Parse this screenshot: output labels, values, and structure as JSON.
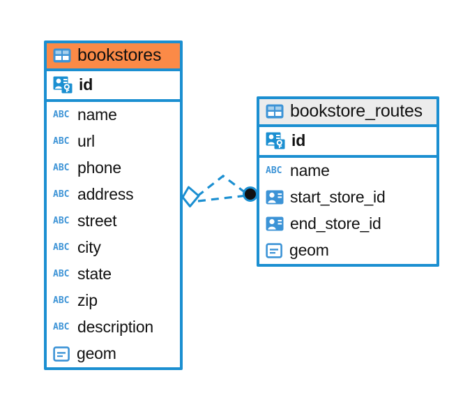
{
  "diagram": {
    "type": "entity-relationship-diagram",
    "background_color": "#ffffff",
    "accent_color": "#1b8fd1",
    "highlight_color": "#fb8a47",
    "header_color": "#ececec",
    "entities": [
      {
        "id": "bookstores",
        "name": "bookstores",
        "header_style": "accent-orange",
        "table_icon": "table-icon",
        "fields": [
          {
            "name": "id",
            "icon": "primary-key-icon",
            "key": true
          },
          {
            "name": "name",
            "icon": "text-abc-icon",
            "key": false
          },
          {
            "name": "url",
            "icon": "text-abc-icon",
            "key": false
          },
          {
            "name": "phone",
            "icon": "text-abc-icon",
            "key": false
          },
          {
            "name": "address",
            "icon": "text-abc-icon",
            "key": false
          },
          {
            "name": "street",
            "icon": "text-abc-icon",
            "key": false
          },
          {
            "name": "city",
            "icon": "text-abc-icon",
            "key": false
          },
          {
            "name": "state",
            "icon": "text-abc-icon",
            "key": false
          },
          {
            "name": "zip",
            "icon": "text-abc-icon",
            "key": false
          },
          {
            "name": "description",
            "icon": "text-abc-icon",
            "key": false
          },
          {
            "name": "geom",
            "icon": "geometry-icon",
            "key": false
          }
        ]
      },
      {
        "id": "bookstore_routes",
        "name": "bookstore_routes",
        "header_style": "accent-gray",
        "table_icon": "table-icon",
        "fields": [
          {
            "name": "id",
            "icon": "primary-key-icon",
            "key": true
          },
          {
            "name": "name",
            "icon": "text-abc-icon",
            "key": false
          },
          {
            "name": "start_store_id",
            "icon": "foreign-key-icon",
            "key": false
          },
          {
            "name": "end_store_id",
            "icon": "foreign-key-icon",
            "key": false
          },
          {
            "name": "geom",
            "icon": "geometry-icon",
            "key": false
          }
        ]
      }
    ],
    "relationship": {
      "style": "dashed",
      "color": "#1b8fd1",
      "source_marker": "diamond",
      "target_marker": "filled-circle",
      "target_marker_color": "#111111",
      "from": "bookstores",
      "to": "bookstore_routes"
    },
    "icon_glyphs": {
      "text_abc_label": "ABC"
    }
  }
}
